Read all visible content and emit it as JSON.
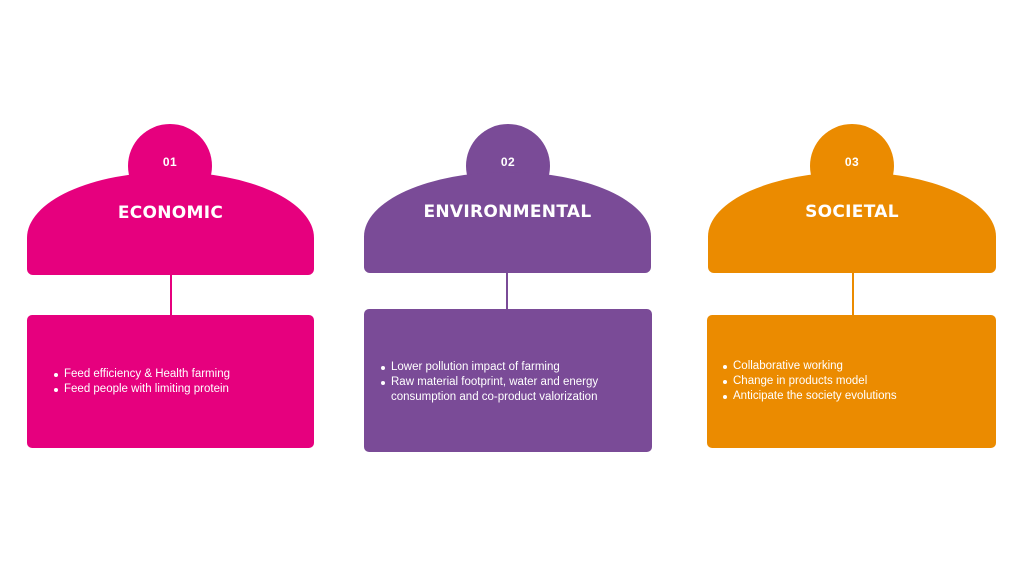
{
  "colors": {
    "economic": "#e6007e",
    "environmental": "#7a4b97",
    "societal": "#eb8b00"
  },
  "pillars": [
    {
      "number": "01",
      "title": "ECONOMIC",
      "bullets": [
        "Feed efficiency & Health farming",
        "Feed people with limiting protein"
      ]
    },
    {
      "number": "02",
      "title": "ENVIRONMENTAL",
      "bullets": [
        "Lower pollution impact of farming",
        "Raw material footprint, water and energy consumption and co-product valorization"
      ]
    },
    {
      "number": "03",
      "title": "SOCIETAL",
      "bullets": [
        "Collaborative working",
        "Change in products model",
        "Anticipate the society evolutions"
      ]
    }
  ]
}
